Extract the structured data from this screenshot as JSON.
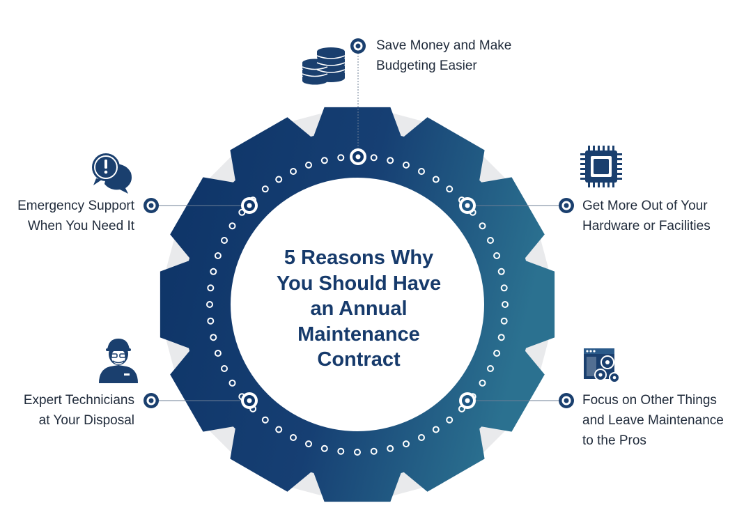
{
  "title": {
    "lines": [
      "5 Reasons Why",
      "You Should Have",
      "an Annual",
      "Maintenance",
      "Contract"
    ]
  },
  "reasons": [
    {
      "id": "save-money",
      "lines": [
        "Save Money and Make",
        "Budgeting Easier"
      ],
      "icon": "coins-stack-icon"
    },
    {
      "id": "hardware",
      "lines": [
        "Get More Out of Your",
        "Hardware or Facilities"
      ],
      "icon": "microchip-icon"
    },
    {
      "id": "focus",
      "lines": [
        "Focus on Other Things",
        "and Leave Maintenance",
        "to the Pros"
      ],
      "icon": "browser-gears-icon"
    },
    {
      "id": "experts",
      "lines": [
        "Expert Technicians",
        "at Your Disposal"
      ],
      "icon": "technician-icon"
    },
    {
      "id": "emergency",
      "lines": [
        "Emergency Support",
        "When You Need It"
      ],
      "icon": "alert-chat-icon"
    }
  ],
  "colors": {
    "gear_dark": "#0e3568",
    "gear_light": "#2a6e8f",
    "tooth_shadow": "#e9eaec",
    "icon": "#1a3f6e",
    "text": "#1f2a3a",
    "title": "#163a6b"
  }
}
